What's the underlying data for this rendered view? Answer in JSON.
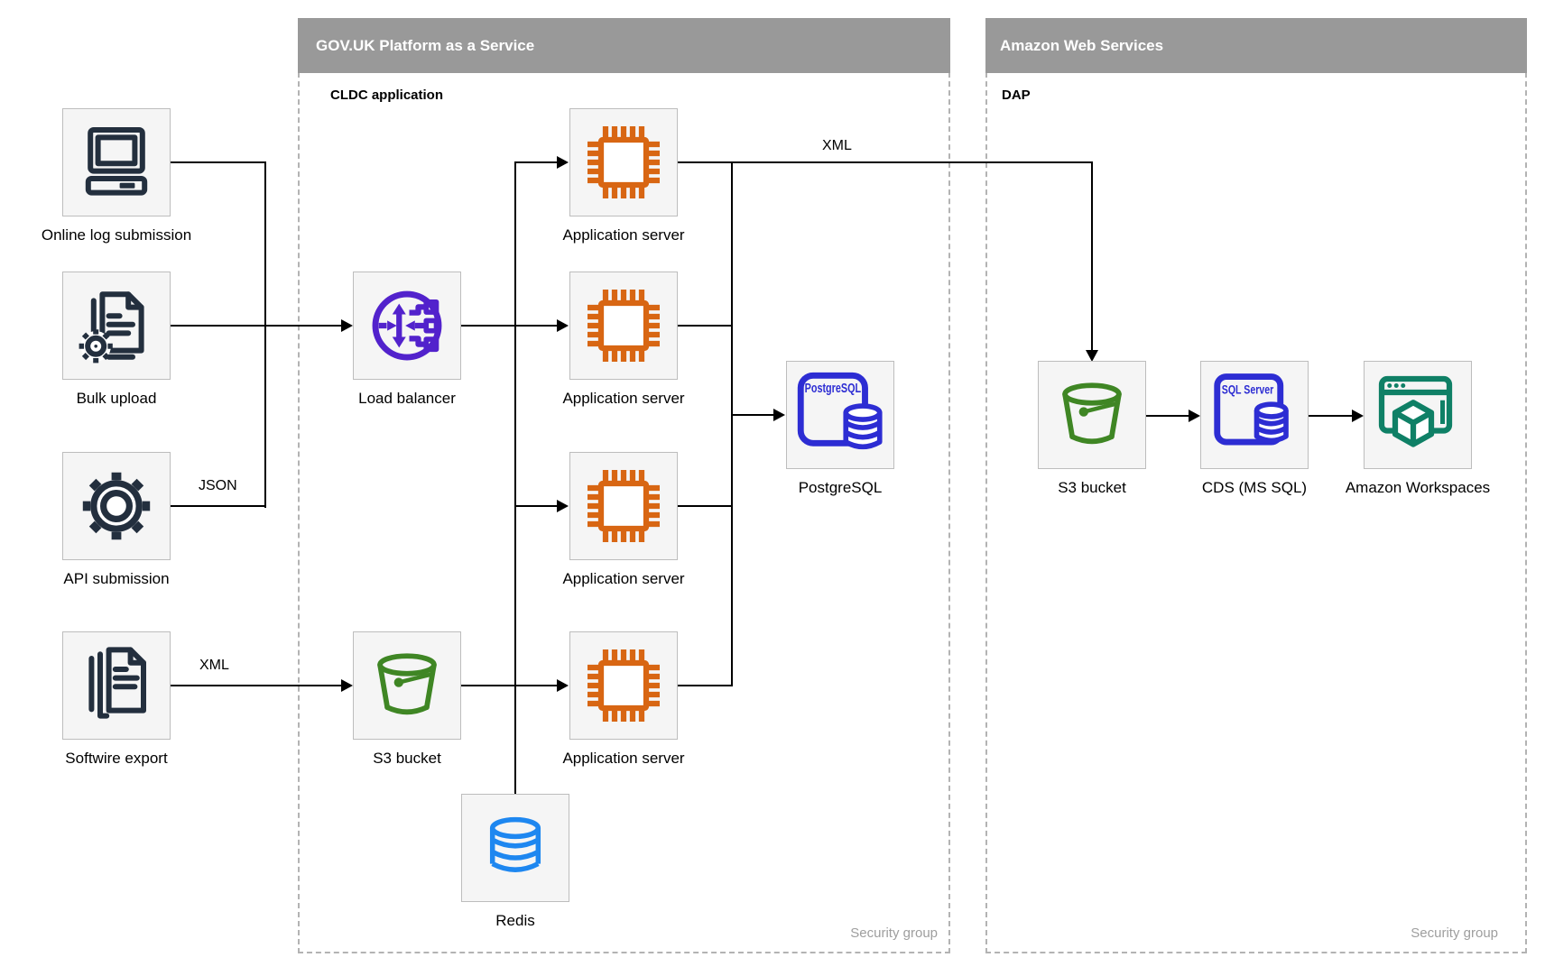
{
  "zones": {
    "govuk": {
      "title": "GOV.UK Platform as a Service",
      "sublabel": "CLDC application",
      "security_label": "Security group"
    },
    "aws": {
      "title": "Amazon Web Services",
      "sublabel": "DAP",
      "security_label": "Security group"
    }
  },
  "nodes": {
    "online_log_submission": {
      "label": "Online log submission"
    },
    "bulk_upload": {
      "label": "Bulk upload"
    },
    "api_submission": {
      "label": "API submission"
    },
    "softwire_export": {
      "label": "Softwire export"
    },
    "load_balancer": {
      "label": "Load balancer"
    },
    "application_server": {
      "label": "Application server"
    },
    "postgresql": {
      "label": "PostgreSQL",
      "icon_text": "PostgreSQL"
    },
    "s3_bucket_paas": {
      "label": "S3 bucket"
    },
    "redis": {
      "label": "Redis"
    },
    "s3_bucket_dap": {
      "label": "S3 bucket"
    },
    "cds_ms_sql": {
      "label": "CDS (MS SQL)",
      "icon_text": "SQL Server"
    },
    "amazon_workspaces": {
      "label": "Amazon Workspaces"
    }
  },
  "edge_labels": {
    "api_json": "JSON",
    "softwire_xml": "XML",
    "app_to_dap_xml": "XML"
  },
  "colors": {
    "zone_header_bg": "#999999",
    "zone_dashed_border": "#b3b3b3",
    "security_label": "#9e9e9e",
    "node_fill": "#f5f5f5",
    "node_border": "#bdbdbd",
    "edge": "#000000",
    "dark": "#232f3e",
    "orange": "#d86613",
    "green": "#3f8624",
    "purple": "#5222cc",
    "indigo": "#2d2dd3",
    "redis_blue": "#1e87f0",
    "teal": "#0f8066"
  }
}
